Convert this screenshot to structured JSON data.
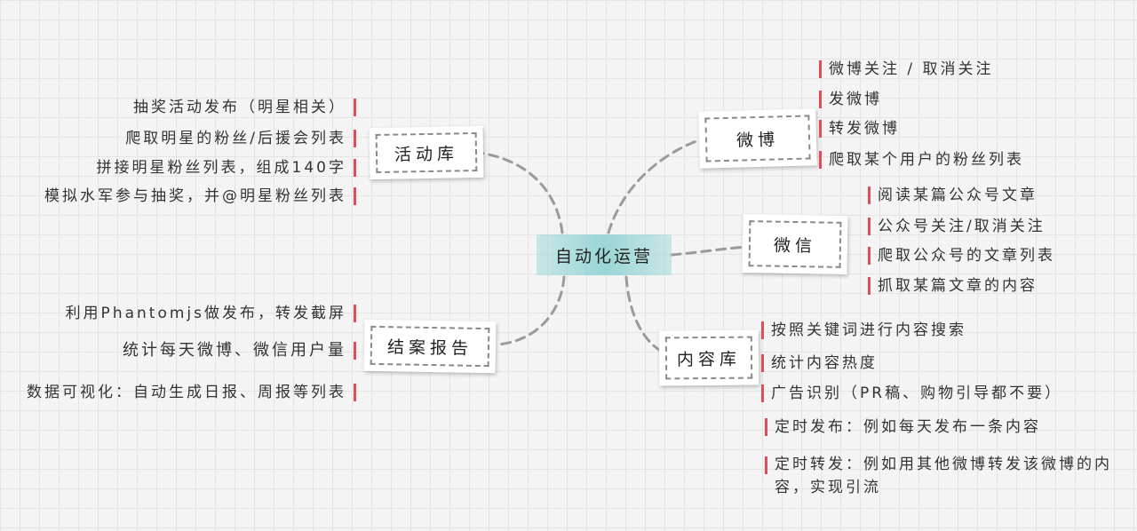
{
  "center": "自动化运营",
  "branches": {
    "huodongku": {
      "label": "活动库",
      "items": [
        "抽奖活动发布（明星相关）",
        "爬取明星的粉丝/后援会列表",
        "拼接明星粉丝列表，组成140字",
        "模拟水军参与抽奖，并@明星粉丝列表"
      ]
    },
    "jieanbaogao": {
      "label": "结案报告",
      "items": [
        "利用Phantomjs做发布，转发截屏",
        "统计每天微博、微信用户量",
        "数据可视化：自动生成日报、周报等列表"
      ]
    },
    "weibo": {
      "label": "微博",
      "items": [
        "微博关注 / 取消关注",
        "发微博",
        "转发微博",
        "爬取某个用户的粉丝列表"
      ]
    },
    "weixin": {
      "label": "微信",
      "items": [
        "阅读某篇公众号文章",
        "公众号关注/取消关注",
        "爬取公众号的文章列表",
        "抓取某篇文章的内容"
      ]
    },
    "neirongku": {
      "label": "内容库",
      "items": [
        "按照关键词进行内容搜索",
        "统计内容热度",
        "广告识别（PR稿、购物引导都不要）",
        "定时发布：例如每天发布一条内容",
        "定时转发：例如用其他微博转发该微博的内容，实现引流"
      ]
    }
  },
  "colors": {
    "center_fill": "#96d4d4",
    "leaf_marker": "#e24b5a",
    "connector": "#9a9a9a"
  }
}
